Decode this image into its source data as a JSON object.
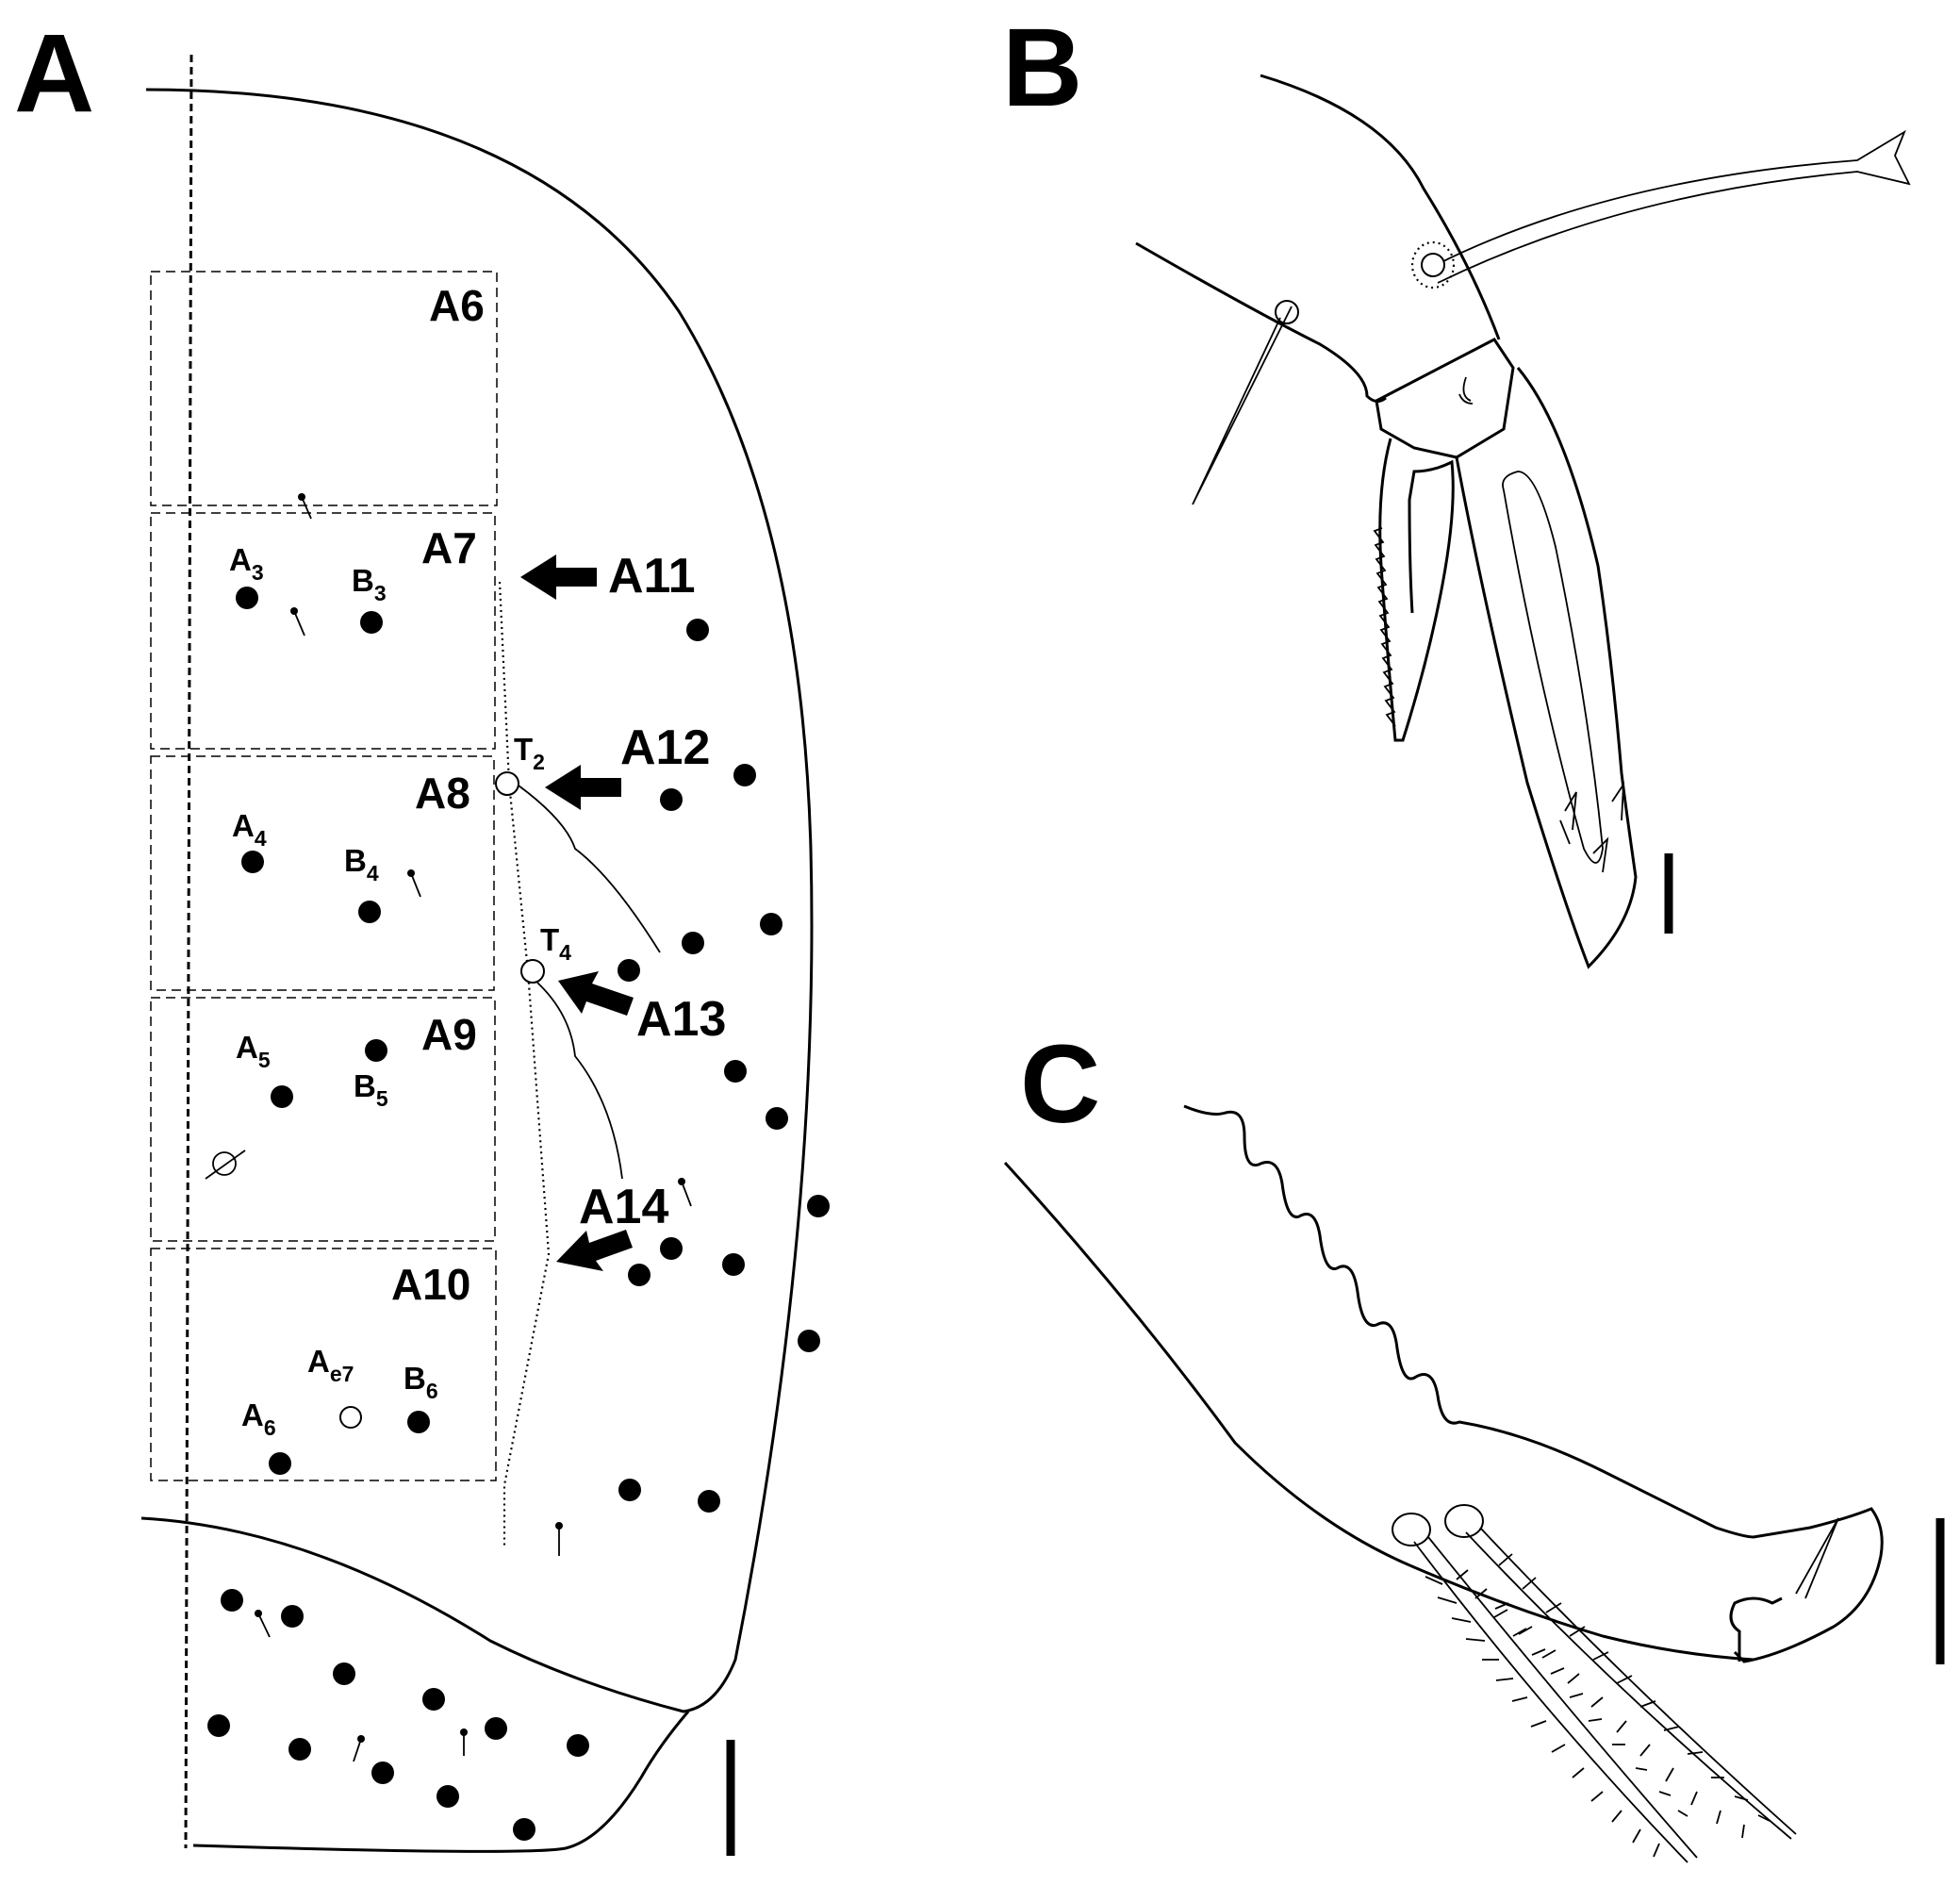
{
  "panels": {
    "a": {
      "letter": "A",
      "boxes": [
        "A6",
        "A7",
        "A8",
        "A9",
        "A10"
      ],
      "arrows": [
        "A11",
        "A12",
        "A13",
        "A14"
      ],
      "chaetae": {
        "a3": {
          "main": "A",
          "sub": "3"
        },
        "b3": {
          "main": "B",
          "sub": "3"
        },
        "a4": {
          "main": "A",
          "sub": "4"
        },
        "b4": {
          "main": "B",
          "sub": "4"
        },
        "a5": {
          "main": "A",
          "sub": "5"
        },
        "b5": {
          "main": "B",
          "sub": "5"
        },
        "a6": {
          "main": "A",
          "sub": "6"
        },
        "ae7": {
          "main": "A",
          "sub": "e7"
        },
        "b6": {
          "main": "B",
          "sub": "6"
        },
        "t2": {
          "main": "T",
          "sub": "2"
        },
        "t4": {
          "main": "T",
          "sub": "4"
        }
      }
    },
    "b": {
      "letter": "B"
    },
    "c": {
      "letter": "C"
    }
  }
}
